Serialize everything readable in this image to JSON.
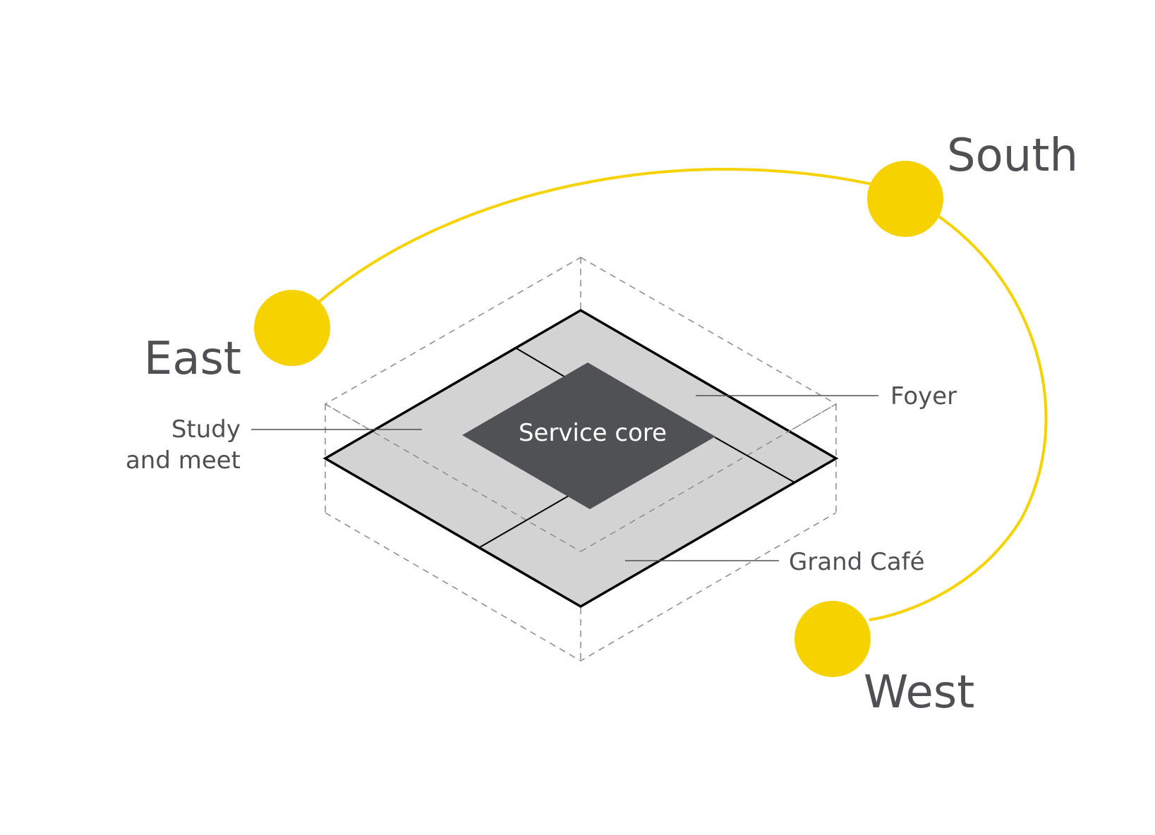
{
  "diagram": {
    "sun_positions": {
      "east": "East",
      "south": "South",
      "west": "West"
    },
    "zones": {
      "service_core": "Service core",
      "foyer": "Foyer",
      "study_line1": "Study",
      "study_line2": "and meet",
      "grand_cafe": "Grand Café"
    },
    "colors": {
      "sun": "#f5d200",
      "sun_path": "#f5d200",
      "floor": "#d3d3d3",
      "core": "#505154",
      "outline": "#000000",
      "dashed_volume": "#8a8a8a",
      "leader": "#4f5053",
      "text": "#4f5053"
    }
  }
}
